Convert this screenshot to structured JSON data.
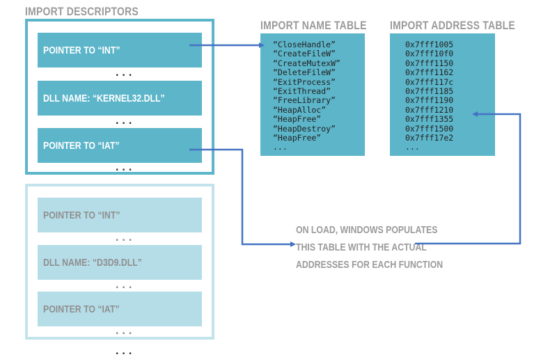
{
  "headings": {
    "import_descriptors": "IMPORT DESCRIPTORS",
    "import_name_table": "IMPORT NAME TABLE",
    "import_address_table": "IMPORT ADDRESS TABLE"
  },
  "descriptor_groups": [
    {
      "entries": [
        "POINTER TO “INT”",
        "DLL NAME: “KERNEL32.DLL”",
        "POINTER TO “IAT”"
      ],
      "ellipsis": "..."
    },
    {
      "entries": [
        "POINTER TO “INT”",
        "DLL NAME: “D3D9.DLL”",
        "POINTER TO “IAT”"
      ],
      "ellipsis": "..."
    }
  ],
  "trailing_ellipsis": "...",
  "import_name_table": {
    "entries": [
      "“CloseHandle”",
      "“CreateFileW”",
      "“CreateMutexW”",
      "“DeleteFileW”",
      "“ExitProcess”",
      "“ExitThread”",
      "“FreeLibrary”",
      "“HeapAlloc”",
      "“HeapFree”",
      "“HeapDestroy”",
      "“HeapFree”",
      "..."
    ]
  },
  "import_address_table": {
    "entries": [
      "0x7fff1005",
      "0x7fff10f0",
      "0x7fff1150",
      "0x7fff1162",
      "0x7fff117c",
      "0x7fff1185",
      "0x7fff1190",
      "0x7fff1210",
      "0x7fff1355",
      "0x7fff1500",
      "0x7fff17e2",
      "..."
    ]
  },
  "note": {
    "lines": [
      "ON LOAD, WINDOWS POPULATES",
      "THIS TABLE WITH THE ACTUAL",
      "ADDRESSES FOR EACH FUNCTION"
    ]
  },
  "colors": {
    "primary": "#5cb5c9",
    "primary_light": "#b5dde8",
    "border_light": "#c3e3ec",
    "arrow": "#4472c4",
    "heading": "#9a9a9a"
  }
}
